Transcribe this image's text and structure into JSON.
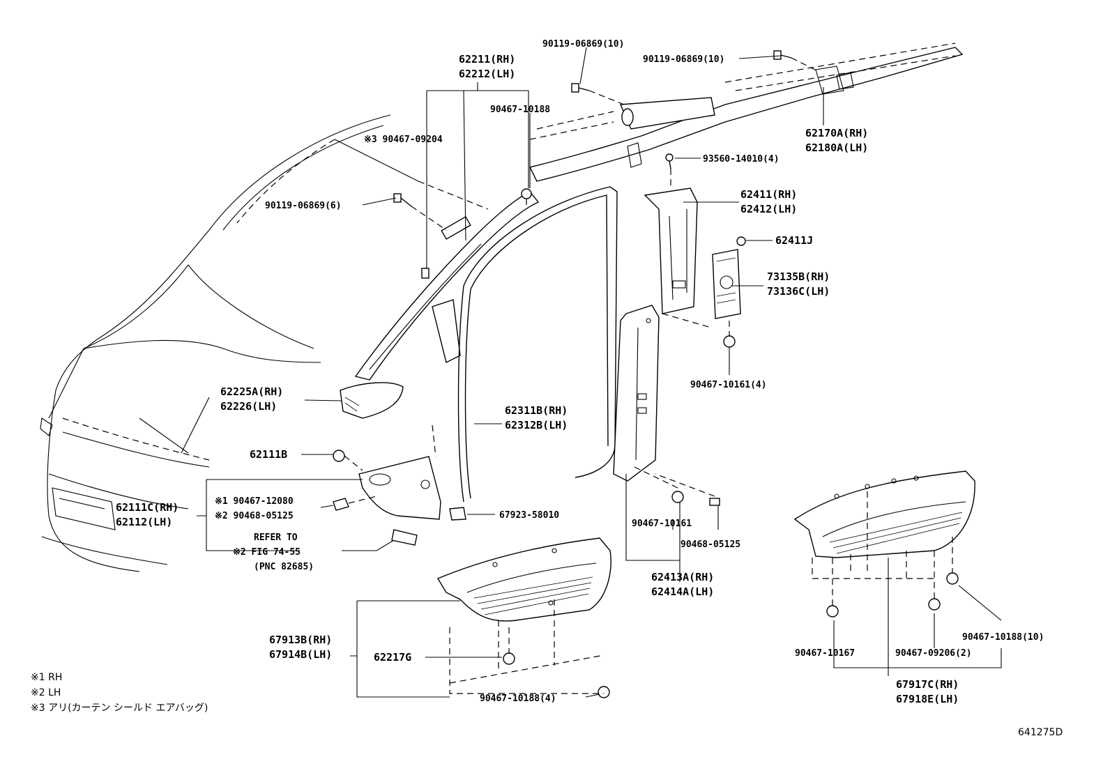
{
  "diagram_id": "641275D",
  "footnotes": [
    "※1 RH",
    "※2 LH",
    "※3 アリ(カーテン シールド エアバッグ)"
  ],
  "labels": {
    "l62211": "62211(RH)",
    "l62212": "62212(LH)",
    "l90119_top1": "90119-06869(10)",
    "l90119_top2": "90119-06869(10)",
    "l90467_10188": "90467-10188",
    "l90467_09204": "※3 90467-09204",
    "l62170": "62170A(RH)",
    "l62180": "62180A(LH)",
    "l93560": "93560-14010(4)",
    "l90119_6": "90119-06869(6)",
    "l62411": "62411(RH)",
    "l62412": "62412(LH)",
    "l62411j": "62411J",
    "l73135": "73135B(RH)",
    "l73136": "73136C(LH)",
    "l90467_10161_4": "90467-10161(4)",
    "l62225": "62225A(RH)",
    "l62226": "62226(LH)",
    "l62311": "62311B(RH)",
    "l62312": "62312B(LH)",
    "l62111b": "62111B",
    "l62111c": "62111C(RH)",
    "l62112": "62112(LH)",
    "l90467_12080": "※1 90467-12080",
    "l90468_05125a": "※2 90468-05125",
    "refer1": "REFER TO",
    "refer2": "※2 FIG 74-55",
    "refer3": "(PNC 82685)",
    "l67923": "67923-58010",
    "l90467_10161": "90467-10161",
    "l90468_05125b": "90468-05125",
    "l62413": "62413A(RH)",
    "l62414": "62414A(LH)",
    "l67913": "67913B(RH)",
    "l67914": "67914B(LH)",
    "l62217g": "62217G",
    "l90467_10188_4": "90467-10188(4)",
    "l90467_10167": "90467-10167",
    "l90467_09206": "90467-09206(2)",
    "l90467_10188_10": "90467-10188(10)",
    "l67917": "67917C(RH)",
    "l67918": "67918E(LH)"
  }
}
